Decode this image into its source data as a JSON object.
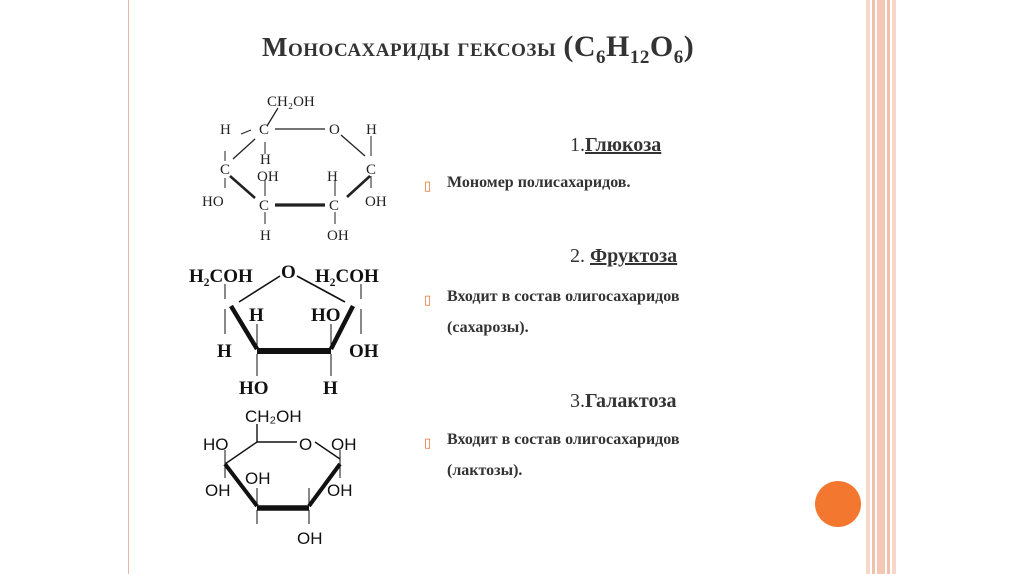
{
  "slide": {
    "title": "Моносахариды гексозы",
    "formula": {
      "open": "(",
      "c": "C",
      "c_sub": "6",
      "h": "H",
      "h_sub": "12",
      "o": "O",
      "o_sub": "6",
      "close": ")"
    }
  },
  "items": [
    {
      "number": "1.",
      "name": "Глюкоза",
      "description": [
        "Мономер полисахаридов."
      ]
    },
    {
      "number": "2. ",
      "name": "Фруктоза",
      "description": [
        "Входит в состав олигосахаридов",
        "(сахарозы)."
      ]
    },
    {
      "number": "3.",
      "name": "Галактоза",
      "description": [
        "Входит в состав олигосахаридов",
        "(лактозы)."
      ]
    }
  ],
  "structures": {
    "glucose": {
      "ch2oh": "CH₂OH",
      "c": "C",
      "o": "O",
      "h": "H",
      "oh": "OH",
      "ho": "HO"
    },
    "fructose": {
      "ch2oh_left": "H₂COH",
      "ch2oh_right": "H₂COH",
      "o": "O",
      "h": "H",
      "oh": "OH",
      "ho": "HO"
    },
    "galactose": {
      "ch2oh": "CH₂OH",
      "o": "O",
      "oh": "OH",
      "ho": "HO"
    }
  },
  "colors": {
    "bullet": "#e7742e",
    "accent_circle": "#f3772f",
    "frame": "#e6b7a3"
  },
  "icons": {
    "bullet": "bullet-arrow-icon"
  }
}
